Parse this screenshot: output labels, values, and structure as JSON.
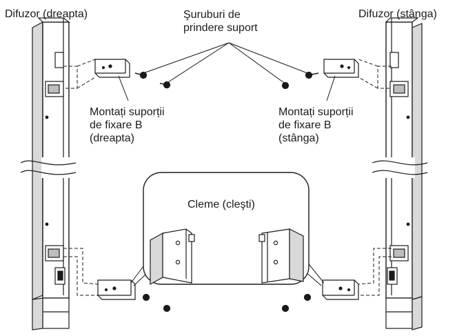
{
  "labels": {
    "speaker_right": "Difuzor (dreapta)",
    "speaker_left": "Difuzor (stânga)",
    "screws_line1": "Şuruburi de",
    "screws_line2": "prindere suport",
    "mount_right_line1": "Montați suporții",
    "mount_right_line2": "de fixare B",
    "mount_right_line3": "(dreapta)",
    "mount_left_line1": "Montați suporții",
    "mount_left_line2": "de fixare B",
    "mount_left_line3": "(stânga)",
    "clamps": "Cleme (cleşti)"
  },
  "colors": {
    "stroke": "#1a1a1a",
    "panel": "#ffffff",
    "shade": "#bdbdbd"
  }
}
